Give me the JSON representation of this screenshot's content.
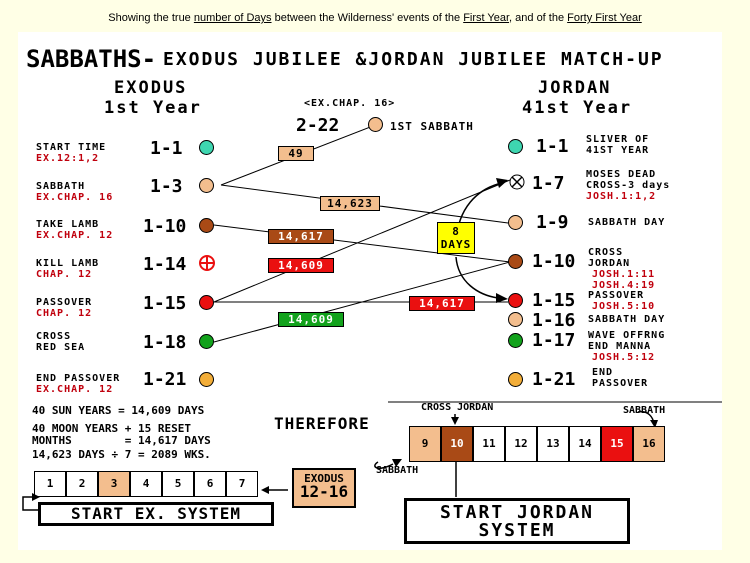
{
  "caption": {
    "pre": "Showing the true ",
    "link1": "number of Days",
    "mid1": " between the Wilderness' events of the ",
    "link2": "First Year",
    "mid2": ", and of the ",
    "link3": "Forty First Year"
  },
  "title": {
    "main": "SABBATHS-",
    "sub": "EXODUS JUBILEE &JORDAN JUBILEE MATCH-UP"
  },
  "exodus_header": {
    "line1": "EXODUS",
    "line2": "1st Year"
  },
  "jordan_header": {
    "line1": "JORDAN",
    "line2": "41st Year"
  },
  "center_top": {
    "ref": "<EX.CHAP. 16>",
    "day": "2-22",
    "label": "1ST SABBATH"
  },
  "colors": {
    "teal": "#3ed6b0",
    "tan": "#f3be8e",
    "brown": "#a94a16",
    "red": "#ea1010",
    "green": "#12a21c",
    "gold": "#f2ad38",
    "yellow": "#ffff00"
  },
  "exodus_events": [
    {
      "label": "START TIME",
      "ref": "EX.12:1,2",
      "day": "1-1",
      "color": "#3ed6b0"
    },
    {
      "label": "SABBATH",
      "ref": "EX.CHAP. 16",
      "day": "1-3",
      "color": "#f3be8e"
    },
    {
      "label": "TAKE LAMB",
      "ref": "EX.CHAP. 12",
      "day": "1-10",
      "color": "#a94a16"
    },
    {
      "label": "KILL LAMB",
      "ref": "CHAP. 12",
      "day": "1-14",
      "color": "cross"
    },
    {
      "label": "PASSOVER",
      "ref": "CHAP. 12",
      "day": "1-15",
      "color": "#ea1010"
    },
    {
      "label": "CROSS",
      "ref": "",
      "label2": "RED SEA",
      "day": "1-18",
      "color": "#12a21c"
    },
    {
      "label": "END PASSOVER",
      "ref": "EX.CHAP. 12",
      "day": "1-21",
      "color": "#f2ad38"
    }
  ],
  "jordan_events": [
    {
      "day": "1-1",
      "label": "SLIVER OF",
      "label2": "41ST YEAR",
      "ref": "",
      "color": "#3ed6b0"
    },
    {
      "day": "1-7",
      "label": "MOSES DEAD",
      "label2": "CROSS-3 days",
      "ref": "JOSH.1:1,2",
      "color": "x"
    },
    {
      "day": "1-9",
      "label": "SABBATH DAY",
      "label2": "",
      "ref": "",
      "color": "#f3be8e"
    },
    {
      "day": "1-10",
      "label": "CROSS",
      "label2": "JORDAN",
      "ref": "JOSH.1:11",
      "ref2": "JOSH.4:19",
      "color": "#a94a16"
    },
    {
      "day": "1-15",
      "label": "PASSOVER",
      "label2": "",
      "ref": "JOSH.5:10",
      "color": "#ea1010"
    },
    {
      "day": "1-16",
      "label": "SABBATH DAY",
      "label2": "",
      "ref": "",
      "color": "#f3be8e"
    },
    {
      "day": "1-17",
      "label": "WAVE OFFRNG",
      "label2": "END MANNA",
      "ref": "JOSH.5:12",
      "color": "#12a21c"
    },
    {
      "day": "1-21",
      "label": "END",
      "label2": "PASSOVER",
      "ref": "",
      "color": "#f2ad38"
    }
  ],
  "spans": [
    {
      "value": "49",
      "color": "#f3be8e",
      "text_color": "#000000"
    },
    {
      "value": "14,623",
      "color": "#f3be8e",
      "text_color": "#000000"
    },
    {
      "value": "14,617",
      "color": "#a94a16",
      "text_color": "#ffffff"
    },
    {
      "value": "14,609",
      "color": "#ea1010",
      "text_color": "#ffffff"
    },
    {
      "value": "14,617",
      "color": "#ea1010",
      "text_color": "#ffffff"
    },
    {
      "value": "14,609",
      "color": "#12a21c",
      "text_color": "#ffffff"
    }
  ],
  "eight_days": {
    "line1": "8",
    "line2": "DAYS"
  },
  "facts": [
    "40 SUN YEARS = 14,609 DAYS",
    "40 MOON YEARS + 15 RESET",
    "MONTHS        = 14,617 DAYS",
    "14,623 DAYS ÷ 7 = 2089 WKS."
  ],
  "therefore": "THEREFORE",
  "exodus_system": {
    "cells": [
      "1",
      "2",
      "3",
      "4",
      "5",
      "6",
      "7"
    ],
    "highlight_index": 2,
    "label": "START EX. SYSTEM",
    "ref_line1": "EXODUS",
    "ref_line2": "12-16"
  },
  "jordan_system": {
    "cells": [
      "9",
      "10",
      "11",
      "12",
      "13",
      "14",
      "15",
      "16"
    ],
    "label_line1": "START JORDAN",
    "label_line2": "SYSTEM",
    "top_label": "CROSS JORDAN",
    "right_label": "SABBATH",
    "left_label": "SABBATH"
  }
}
